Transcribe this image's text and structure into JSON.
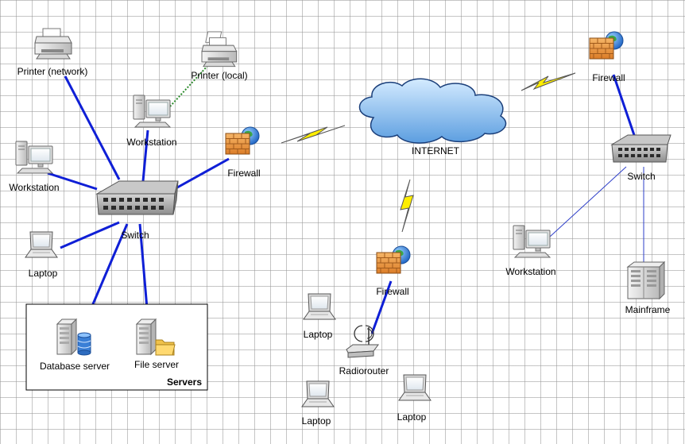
{
  "colors": {
    "link": "#0f1fd6",
    "local_link": "#2a8a2a",
    "thin_link": "#2e3fc9",
    "bolt": "#ffee00",
    "cloud": "#7fb8ea",
    "firewall": "#f2a14a"
  },
  "labels": {
    "printer_network": "Printer (network)",
    "printer_local": "Printer (local)",
    "workstation_top": "Workstation",
    "workstation_left": "Workstation",
    "firewall_left": "Firewall",
    "switch_left": "Switch",
    "laptop_left": "Laptop",
    "database_server": "Database server",
    "file_server": "File server",
    "servers": "Servers",
    "internet": "INTERNET",
    "firewall_bottom": "Firewall",
    "laptop_mid1": "Laptop",
    "radiorouter": "Radiorouter",
    "laptop_mid2": "Laptop",
    "laptop_mid3": "Laptop",
    "firewall_right": "Firewall",
    "switch_right": "Switch",
    "workstation_right": "Workstation",
    "mainframe": "Mainframe"
  },
  "icons": {
    "printer_network": "printer-icon",
    "printer_local": "printer-icon",
    "workstation": "workstation-icon",
    "firewall": "firewall-globe-icon",
    "switch": "network-switch-icon",
    "laptop": "laptop-icon",
    "database_server": "database-server-icon",
    "file_server": "file-server-icon",
    "internet": "cloud-icon",
    "wan_link": "lightning-bolt-icon",
    "radiorouter": "wireless-router-icon",
    "mainframe": "mainframe-icon"
  }
}
